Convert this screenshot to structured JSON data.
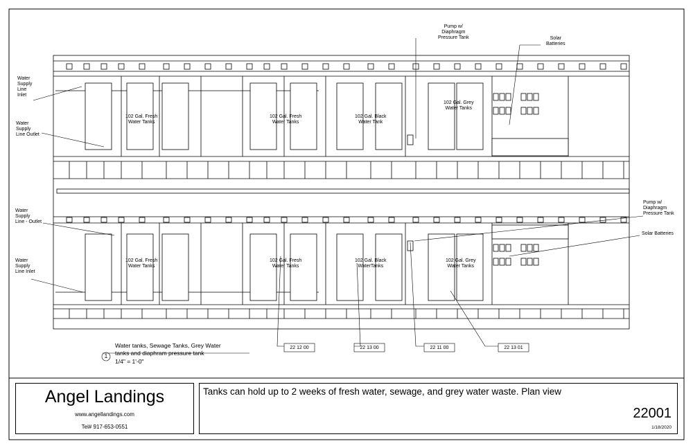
{
  "drawing": {
    "callouts": {
      "pump_top": "Pump w/\nDiaphragm\nPressure Tank",
      "solar_top": "Solar\nBatteries",
      "wsl_inlet_top": "Water\nSupply\nLine\nInlet",
      "wsl_outlet_top": "Water\nSupply\nLine Outlet",
      "wsl_outlet_bottom": "Water\nSupply\nLine - Outlet",
      "wsl_inlet_bottom": "Water\nSupply\nLine Inlet",
      "pump_bottom": "Pump w/\nDiaphragm\nPressure Tank",
      "solar_bottom": "Solar Batteries"
    },
    "tank_labels": {
      "fresh_top_1": "102 Gal. Fresh\nWater Tanks",
      "fresh_top_2": "102 Gal. Fresh\nWater Tanks",
      "black_top": "102 Gal. Black\nWater Tank",
      "grey_top": "102 Gal. Grey\nWater Tanks",
      "fresh_bottom_1": "102 Gal. Fresh\nWater Tanks",
      "fresh_bottom_2": "102 Gal. Fresh\nWater Tanks",
      "black_bottom": "102 Gal. Black\nWaterTanks",
      "grey_bottom": "102 Gal. Grey\nWater Tanks"
    },
    "keynotes": [
      "22 12 00",
      "22 13 00",
      "22 11 00",
      "22 13 01"
    ],
    "view_title": {
      "number": "1",
      "line1": "Water tanks, Sewage Tanks, Grey Water",
      "line2": "tanks and diaphram pressure tank",
      "scale": "1/4\" = 1'-0\""
    }
  },
  "title_block": {
    "company": "Angel Landings",
    "website": "www.angellandings.com",
    "phone": "Tel# 917-653-0551",
    "description": "Tanks can hold up to 2 weeks of fresh water, sewage, and grey water waste. Plan view",
    "project_number": "22001",
    "date": "1/18/2020"
  }
}
